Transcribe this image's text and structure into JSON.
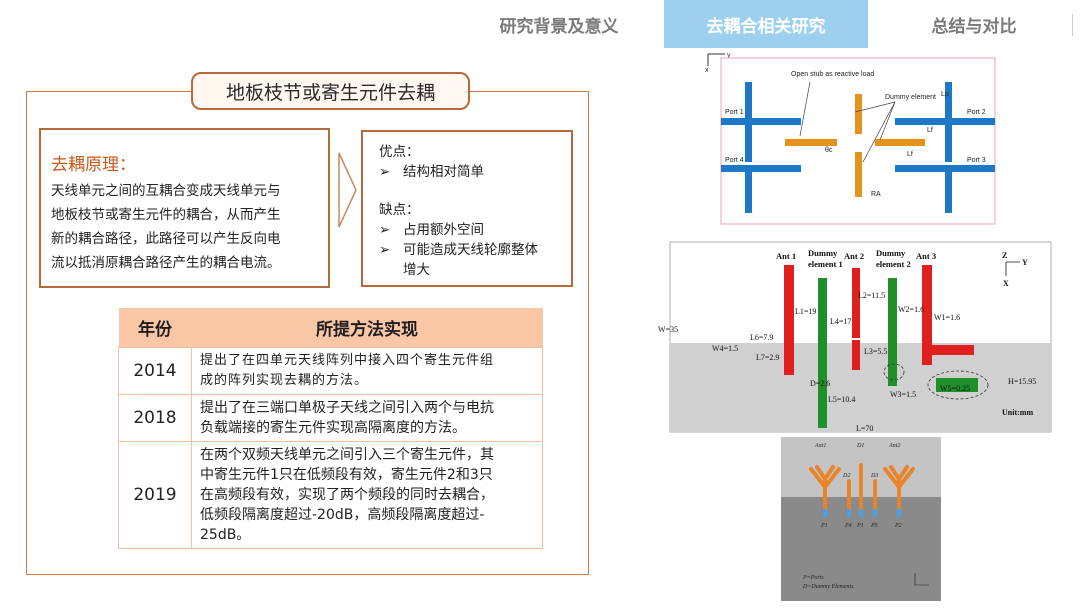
{
  "nav": {
    "tabs": [
      {
        "label": "研究背景及意义",
        "active": false
      },
      {
        "label": "去耦合相关研究",
        "active": true
      },
      {
        "label": "总结与对比",
        "active": false
      }
    ]
  },
  "section_title": "地板枝节或寄生元件去耦",
  "principle": {
    "heading": "去耦原理：",
    "lines": [
      "天线单元之间的互耦合变成天线单元与",
      "地板枝节或寄生元件的耦合，从而产生",
      "新的耦合路径，此路径可以产生反向电",
      "流以抵消原耦合路径产生的耦合电流。"
    ]
  },
  "pros_cons": {
    "pros_label": "优点：",
    "pros": [
      "结构相对简单"
    ],
    "cons_label": "缺点：",
    "cons": [
      "占用额外空间",
      "可能造成天线轮廓整体",
      "增大"
    ],
    "bullet": "➢"
  },
  "table": {
    "headers": [
      "年份",
      "所提方法实现"
    ],
    "rows": [
      {
        "year": "2014",
        "lines": [
          "提出了在四单元天线阵列中接入四个寄生元件组",
          "成的阵列实现去耦的方法。"
        ]
      },
      {
        "year": "2018",
        "lines": [
          "提出了在三端口单极子天线之间引入两个与电抗",
          "负载端接的寄生元件实现高隔离度的方法。"
        ]
      },
      {
        "year": "2019",
        "lines": [
          "在两个双频天线单元之间引入三个寄生元件，其",
          "中寄生元件1只在低频段有效，寄生元件2和3只",
          "在高频段有效，实现了两个频段的同时去耦合，",
          "低频段隔离度超过-20dB，高频段隔离度超过-",
          "25dB。"
        ]
      }
    ]
  },
  "figure1": {
    "labels": {
      "stub": "Open stub as reactive load",
      "dummy": "Dummy element",
      "port1": "Port 1",
      "port2": "Port 2",
      "port3": "Port 3",
      "port4": "Port 4",
      "lp": "Lp",
      "lf": "Lf",
      "lt": "Lf",
      "ra": "RA",
      "theta": "θc",
      "axis_x": "x",
      "axis_y": "y"
    },
    "colors": {
      "blue": "#1e78c8",
      "orange": "#e8921e",
      "frame": "#e7a6bd"
    }
  },
  "figure2": {
    "labels": {
      "ant1": "Ant 1",
      "ant2": "Ant 2",
      "ant3": "Ant 3",
      "dummy1_a": "Dummy",
      "dummy1_b": "element 1",
      "dummy2_a": "Dummy",
      "dummy2_b": "element 2",
      "w35": "W=35",
      "h1595": "H=15.95",
      "l70": "L=70",
      "l119": "L1=19",
      "l417": "L4=17",
      "l211": "L2=11.5",
      "l679": "L6=7.9",
      "w415": "W4=1.5",
      "l729": "L7=2.9",
      "w216": "W2=1.6",
      "w116": "W1=1.6",
      "l355": "L3=5.5",
      "d26": "D=2.6",
      "l5104": "L5=10.4",
      "w315": "W3=1.5",
      "w5": "W5=0.25",
      "unit": "Unit:mm",
      "axis_z": "Z",
      "axis_y": "Y",
      "axis_x": "X"
    },
    "colors": {
      "red": "#e0201e",
      "green": "#1f8f2a",
      "ground": "#d0d0d0"
    }
  },
  "figure3": {
    "labels": {
      "ant1": "Ant1",
      "ant2": "Ant2",
      "d1": "D1",
      "d2": "D2",
      "d3": "D3",
      "p1": "P1",
      "p4": "P4",
      "p2": "P2",
      "p5": "P5",
      "legend1": "P=Ports",
      "legend2": "D=Dummy Elements"
    },
    "colors": {
      "antenna": "#e8842a",
      "port": "#4aa0e0",
      "bg": "#8a8a8a"
    }
  }
}
